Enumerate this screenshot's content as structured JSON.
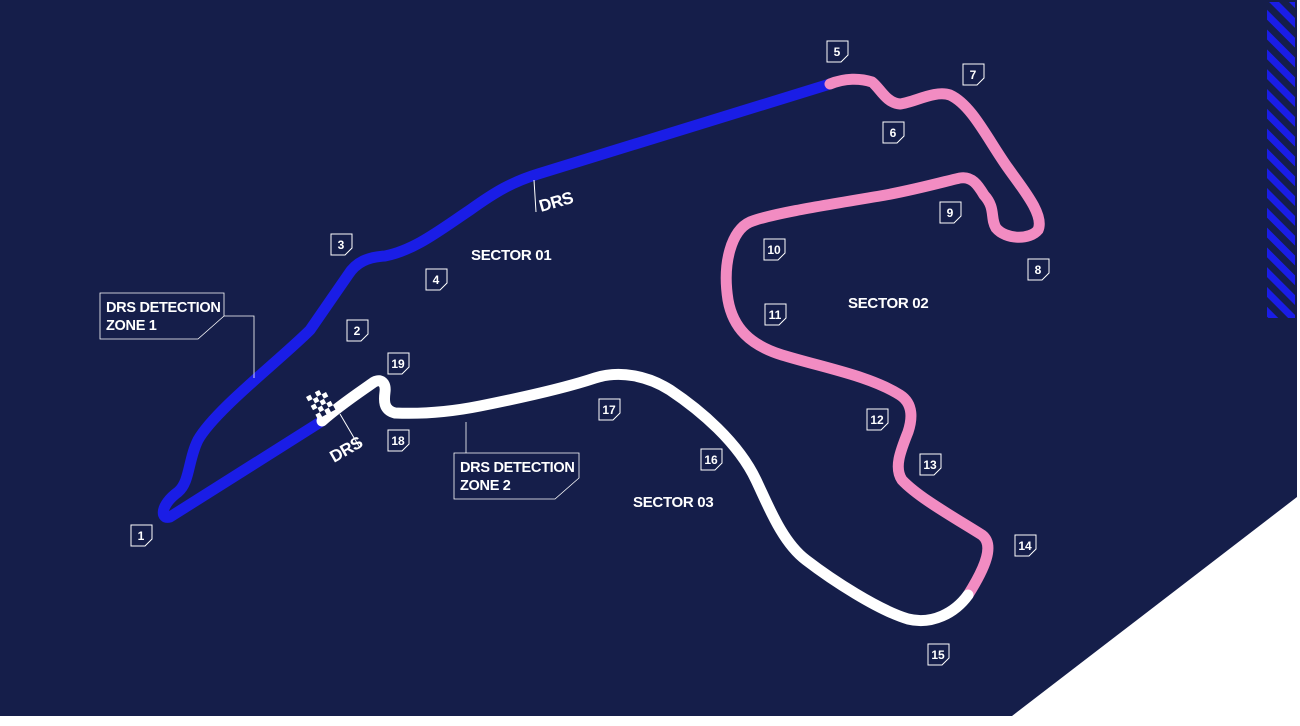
{
  "colors": {
    "background": "#151e4a",
    "sector_1": "#1a1de6",
    "sector_2": "#f28cc2",
    "sector_3": "#ffffff",
    "marker_border": "#ffffff",
    "stripes": "#1a1de6"
  },
  "sectors": [
    {
      "id": "s1",
      "label": "SECTOR 01",
      "color": "#1a1de6"
    },
    {
      "id": "s2",
      "label": "SECTOR 02",
      "color": "#f28cc2"
    },
    {
      "id": "s3",
      "label": "SECTOR 03",
      "color": "#ffffff"
    }
  ],
  "turns": [
    "1",
    "2",
    "3",
    "4",
    "5",
    "6",
    "7",
    "8",
    "9",
    "10",
    "11",
    "12",
    "13",
    "14",
    "15",
    "16",
    "17",
    "18",
    "19"
  ],
  "drs_zones": [
    {
      "label": "DRS"
    },
    {
      "label": "DRS"
    }
  ],
  "detection_zones": [
    {
      "line1": "DRS DETECTION",
      "line2": "ZONE 1"
    },
    {
      "line1": "DRS DETECTION",
      "line2": "ZONE 2"
    }
  ],
  "icons": [
    "checkered-flag-icon"
  ]
}
